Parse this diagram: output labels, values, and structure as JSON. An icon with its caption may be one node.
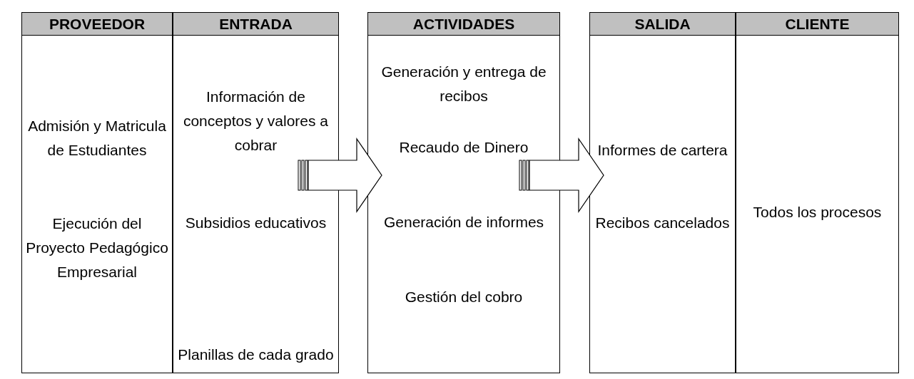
{
  "diagram": {
    "nodes": [
      {
        "text": [
          "PROVEEDOR",
          "Admisión y Matricula de Estudiantes",
          "Ejecución del Proyecto Pedagógico Empresarial"
        ]
      },
      {
        "text": [
          "ENTRADA",
          "Información de conceptos y valores a cobrar",
          "Subsidios educativos",
          "Planillas de cada grado"
        ]
      },
      {
        "text": [
          "ACTIVIDADES",
          "Generación y entrega de recibos",
          "Recaudo de Dinero",
          "Generación de informes",
          "Gestión del cobro"
        ]
      },
      {
        "text": [
          "SALIDA",
          "Informes de cartera",
          "Recibos cancelados"
        ]
      },
      {
        "text": [
          "CLIENTE",
          "Todos los procesos"
        ]
      }
    ],
    "edges": [
      {
        "from": 1,
        "to": 2,
        "arrow": "to",
        "style": "thick"
      },
      {
        "from": 2,
        "to": 3,
        "arrow": "to",
        "style": "thick"
      }
    ]
  }
}
